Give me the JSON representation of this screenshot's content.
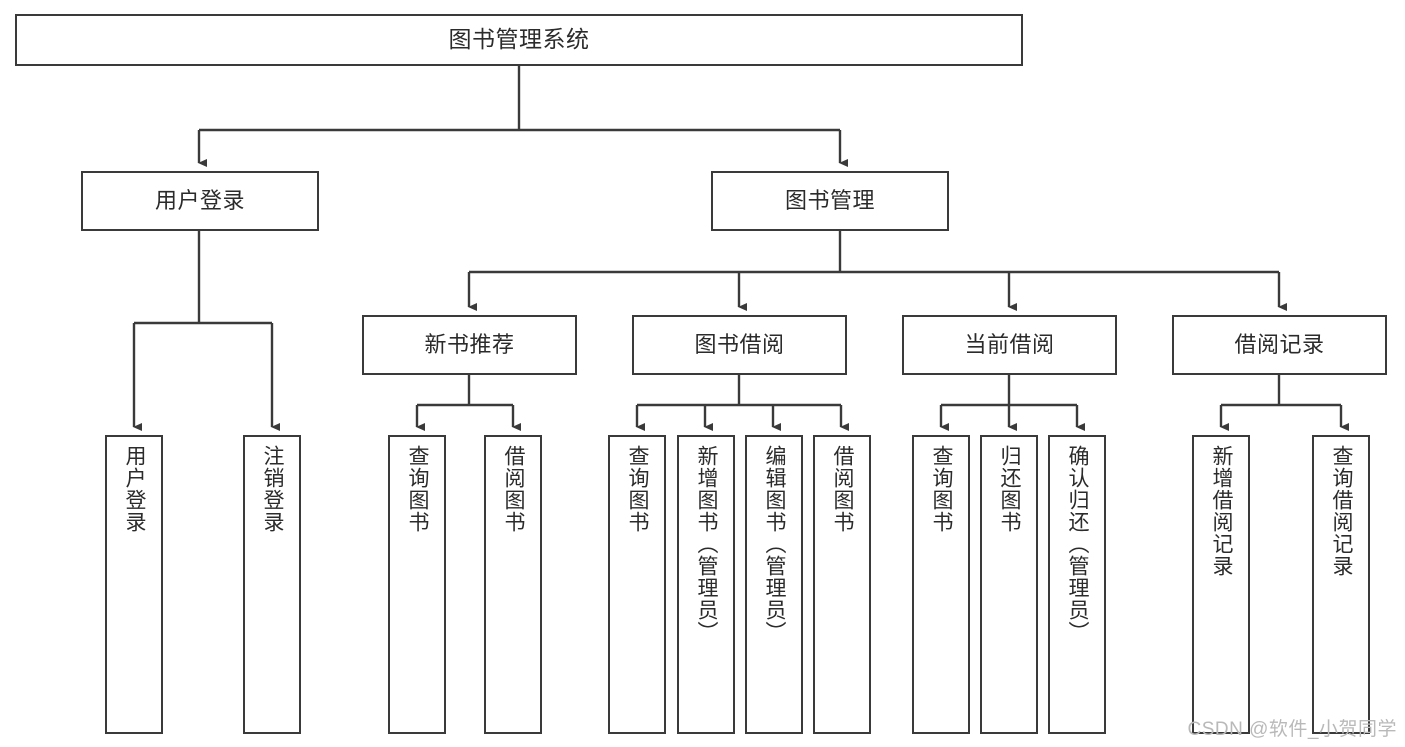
{
  "diagram": {
    "title": "图书管理系统",
    "type": "tree-functional-structure",
    "watermark": "CSDN @软件_小贺同学",
    "colors": {
      "stroke": "#3a3a3a",
      "fill": "#ffffff",
      "text": "#2b2b2b",
      "watermark": "#b9b9b9"
    },
    "levels": [
      {
        "level": 0,
        "nodes": [
          {
            "id": "root",
            "label": "图书管理系统"
          }
        ]
      },
      {
        "level": 1,
        "nodes": [
          {
            "id": "user-login",
            "label": "用户登录"
          },
          {
            "id": "book-manage",
            "label": "图书管理"
          }
        ]
      },
      {
        "level": 2,
        "nodes": [
          {
            "id": "new-book-recommend",
            "label": "新书推荐"
          },
          {
            "id": "book-borrow",
            "label": "图书借阅"
          },
          {
            "id": "current-borrow",
            "label": "当前借阅"
          },
          {
            "id": "borrow-record",
            "label": "借阅记录"
          }
        ]
      },
      {
        "level": 3,
        "nodes": [
          {
            "id": "leaf-user-login",
            "label": "用户登录"
          },
          {
            "id": "leaf-logout-login",
            "label": "注销登录"
          },
          {
            "id": "leaf-query-book-1",
            "label": "查询图书"
          },
          {
            "id": "leaf-borrow-book-1",
            "label": "借阅图书"
          },
          {
            "id": "leaf-query-book-2",
            "label": "查询图书"
          },
          {
            "id": "leaf-add-book",
            "label": "新增图书（管理员）"
          },
          {
            "id": "leaf-edit-book",
            "label": "编辑图书（管理员）"
          },
          {
            "id": "leaf-borrow-book-2",
            "label": "借阅图书"
          },
          {
            "id": "leaf-query-book-3",
            "label": "查询图书"
          },
          {
            "id": "leaf-return-book",
            "label": "归还图书"
          },
          {
            "id": "leaf-confirm-return",
            "label": "确认归还（管理员）"
          },
          {
            "id": "leaf-add-record",
            "label": "新增借阅记录"
          },
          {
            "id": "leaf-query-record",
            "label": "查询借阅记录"
          }
        ]
      }
    ],
    "edges": [
      {
        "from": "root",
        "to": "user-login"
      },
      {
        "from": "root",
        "to": "book-manage"
      },
      {
        "from": "user-login",
        "to": "leaf-user-login"
      },
      {
        "from": "user-login",
        "to": "leaf-logout-login"
      },
      {
        "from": "book-manage",
        "to": "new-book-recommend"
      },
      {
        "from": "book-manage",
        "to": "book-borrow"
      },
      {
        "from": "book-manage",
        "to": "current-borrow"
      },
      {
        "from": "book-manage",
        "to": "borrow-record"
      },
      {
        "from": "new-book-recommend",
        "to": "leaf-query-book-1"
      },
      {
        "from": "new-book-recommend",
        "to": "leaf-borrow-book-1"
      },
      {
        "from": "book-borrow",
        "to": "leaf-query-book-2"
      },
      {
        "from": "book-borrow",
        "to": "leaf-add-book"
      },
      {
        "from": "book-borrow",
        "to": "leaf-edit-book"
      },
      {
        "from": "book-borrow",
        "to": "leaf-borrow-book-2"
      },
      {
        "from": "current-borrow",
        "to": "leaf-query-book-3"
      },
      {
        "from": "current-borrow",
        "to": "leaf-return-book"
      },
      {
        "from": "current-borrow",
        "to": "leaf-confirm-return"
      },
      {
        "from": "borrow-record",
        "to": "leaf-add-record"
      },
      {
        "from": "borrow-record",
        "to": "leaf-query-record"
      }
    ]
  }
}
